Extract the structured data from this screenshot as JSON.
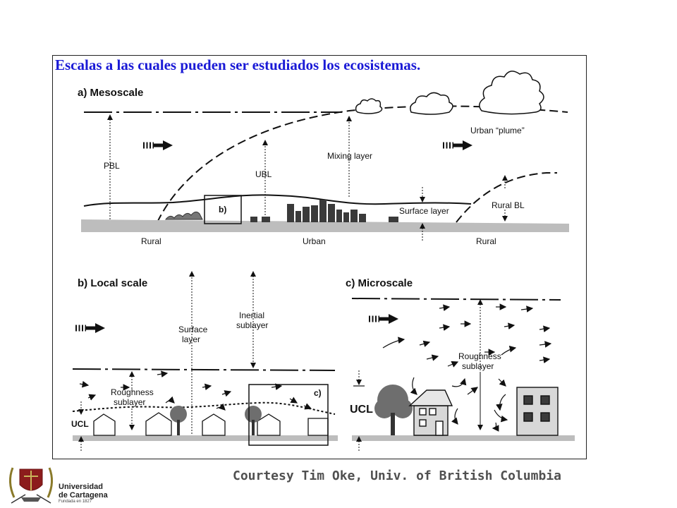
{
  "slide": {
    "title": "Escalas a las cuales pueden ser estudiados los ecosistemas.",
    "credit": "Courtesy Tim Oke, Univ. of British Columbia"
  },
  "logo": {
    "name_line1": "Universidad",
    "name_line2": "de Cartagena",
    "founded": "Fundada en 1827"
  },
  "panels": {
    "mesoscale": {
      "title": "a) Mesoscale",
      "labels": {
        "pbl": "PBL",
        "ubl": "UBL",
        "mixing_layer": "Mixing layer",
        "urban_plume": "Urban “plume”",
        "surface_layer": "Surface layer",
        "rural_bl": "Rural BL",
        "rural_left": "Rural",
        "urban": "Urban",
        "rural_right": "Rural",
        "inset_b": "b)"
      }
    },
    "local": {
      "title": "b) Local scale",
      "labels": {
        "surface_layer_1": "Surface",
        "surface_layer_2": "layer",
        "inertial_1": "Inertial",
        "inertial_2": "sublayer",
        "roughness_1": "Roughness",
        "roughness_2": "sublayer",
        "ucl": "UCL",
        "inset_c": "c)"
      }
    },
    "micro": {
      "title": "c) Microscale",
      "labels": {
        "roughness_1": "Roughness",
        "roughness_2": "sublayer",
        "ucl": "UCL"
      }
    }
  },
  "colors": {
    "title_blue": "#1a1ad6",
    "ground_gray": "#bdbdbd",
    "building_dark": "#3a3a3a",
    "credit_gray": "#505050"
  }
}
